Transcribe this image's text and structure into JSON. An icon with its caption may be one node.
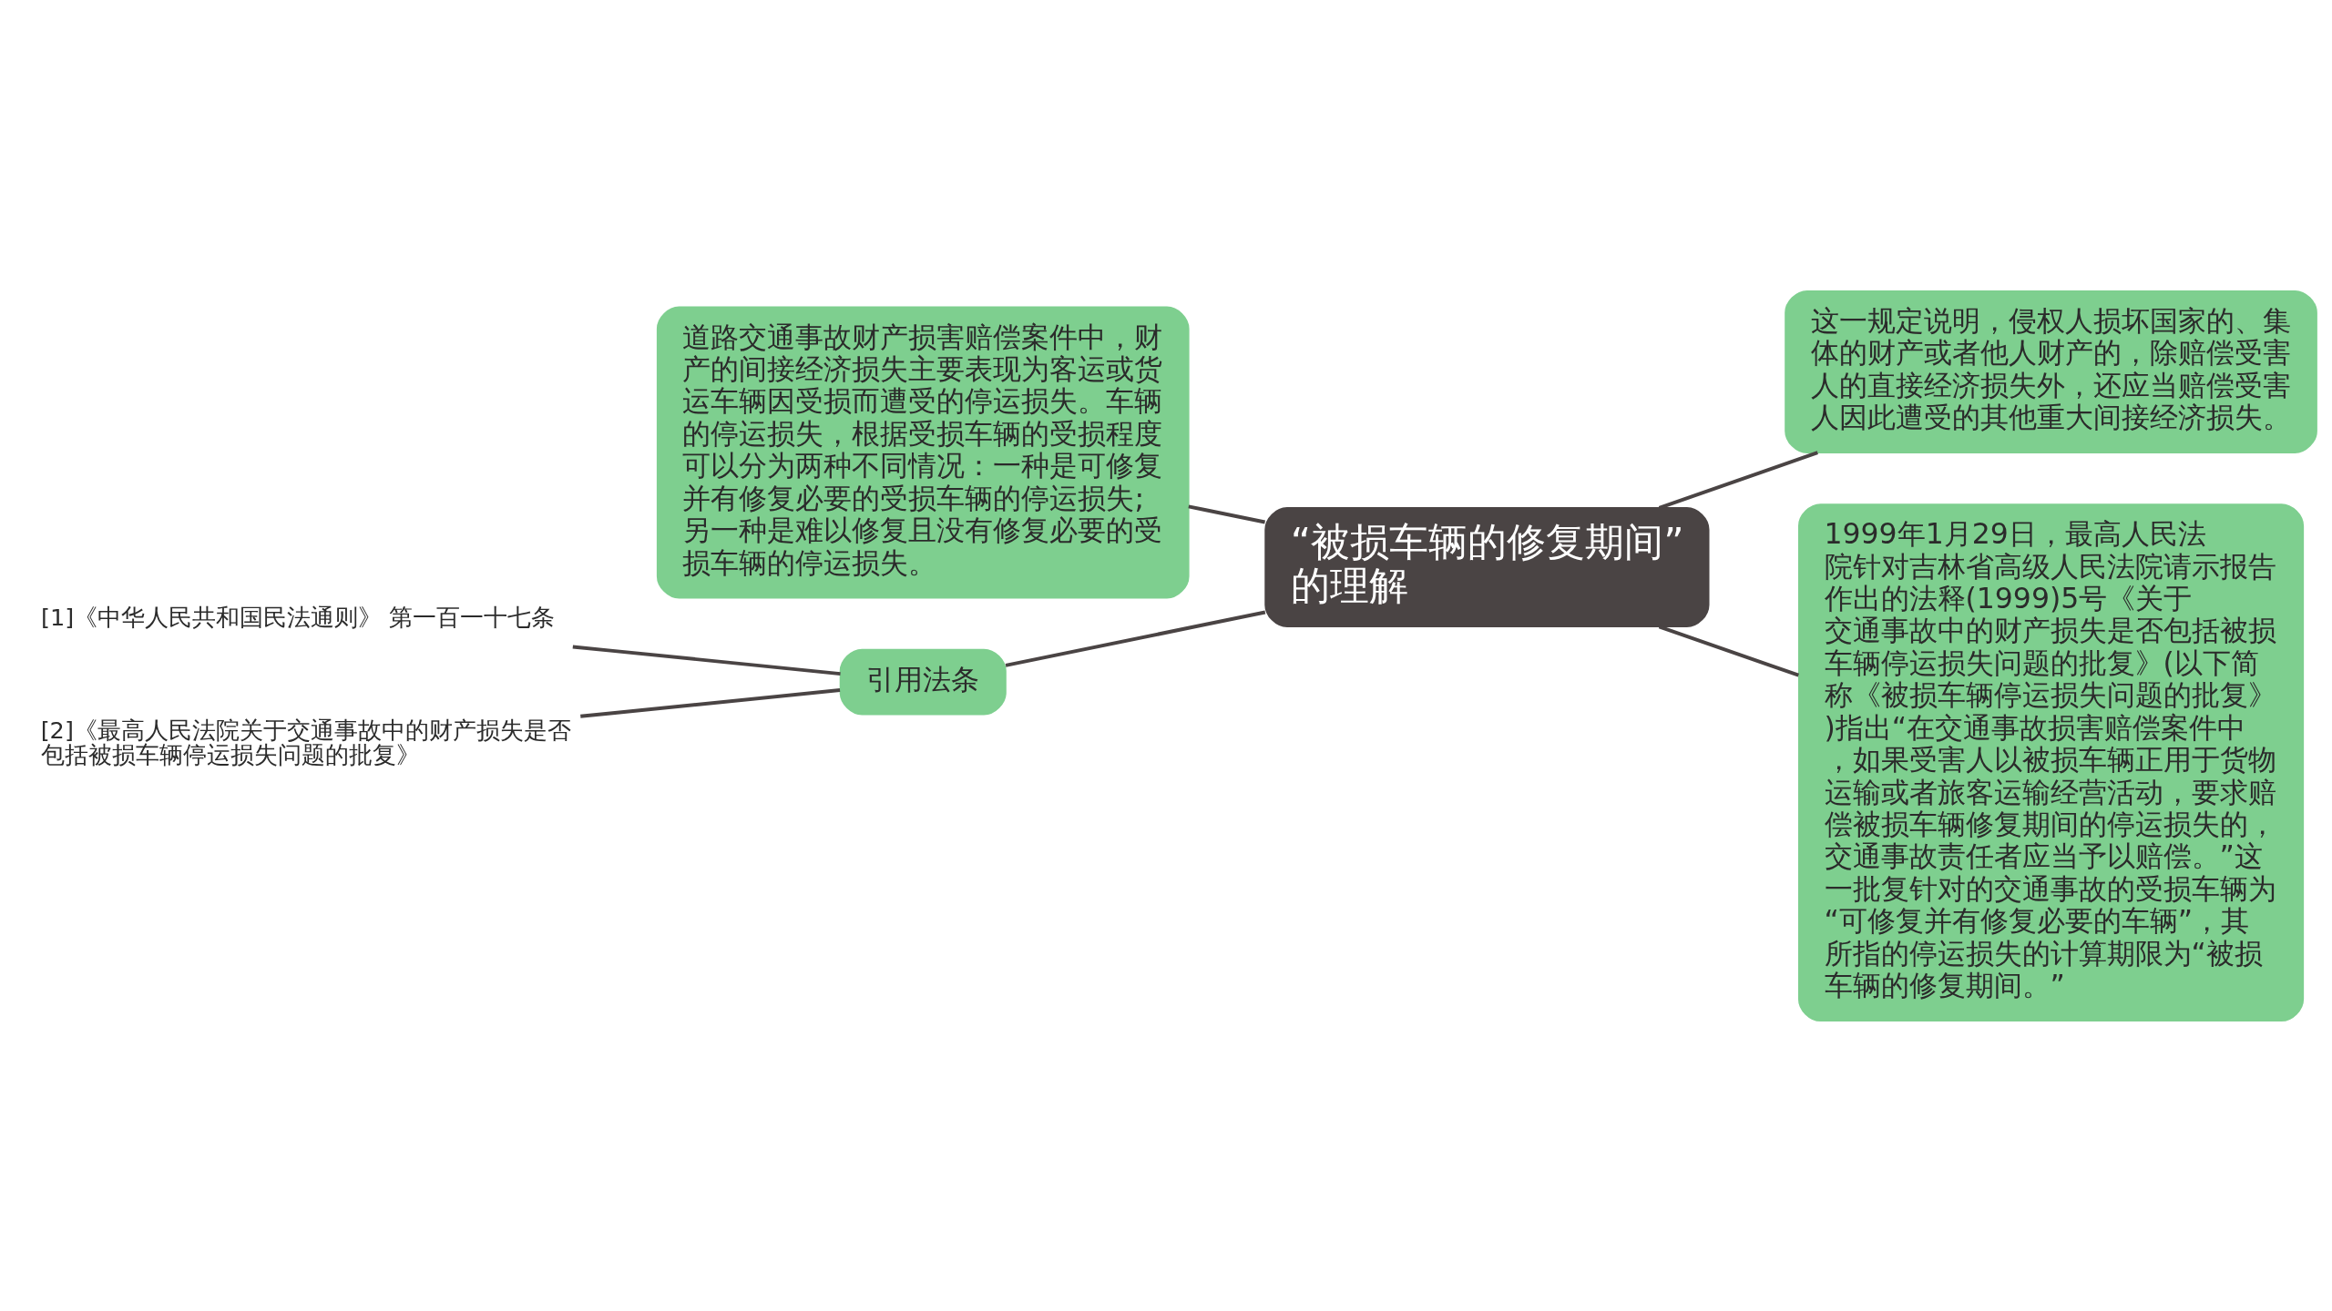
{
  "diagram": {
    "nodes": [
      {
        "text": [
          "“被损车辆的修复期间”的理解"
        ]
      },
      {
        "text": [
          "道路交通事故财产损害赔偿案件中，财产的间接经济损失主要表现为客运或货运车辆因受损而遭受的停运损失。车辆的停运损失，根据受损车辆的受损程度可以分为两种不同情况：一种是可修复并有修复必要的受损车辆的停运损失;另一种是难以修复且没有修复必要的受损车辆的停运损失。"
        ]
      },
      {
        "text": [
          "引用法条"
        ]
      },
      {
        "text": [
          "[1]《中华人民共和国民法通则》 第一百一十七条"
        ]
      },
      {
        "text": [
          "[2]《最高人民法院关于交通事故中的财产损失是否包括被损车辆停运损失问题的批复》"
        ]
      },
      {
        "text": [
          "这一规定说明，侵权人损坏国家的、集体的财产或者他人财产的，除赔偿受害人的直接经济损失外，还应当赔偿受害人因此遭受的其他重大间接经济损失。"
        ]
      },
      {
        "text": [
          "1999年1月29日，最高人民法院针对吉林省高级人民法院请示报告作出的法释(1999)5号《关于交通事故中的财产损失是否包括被损车辆停运损失问题的批复》(以下简称《被损车辆停运损失问题的批复》)指出“在交通事故损害赔偿案件中，如果受害人以被损车辆正用于货物运输或者旅客运输经营活动，要求赔偿被损车辆修复期间的停运损失的，交通事故责任者应当予以赔偿。”这一批复针对的交通事故的受损车辆为“可修复并有修复必要的车辆”，其所指的停运损失的计算期限为“被损车辆的修复期间。”"
        ]
      }
    ],
    "edges": [
      {
        "from": 0,
        "to": 1,
        "arrow": "none"
      },
      {
        "from": 0,
        "to": 2,
        "arrow": "none"
      },
      {
        "from": 2,
        "to": 3,
        "arrow": "none"
      },
      {
        "from": 2,
        "to": 4,
        "arrow": "none"
      },
      {
        "from": 0,
        "to": 5,
        "arrow": "none"
      },
      {
        "from": 0,
        "to": 6,
        "arrow": "none"
      }
    ]
  }
}
